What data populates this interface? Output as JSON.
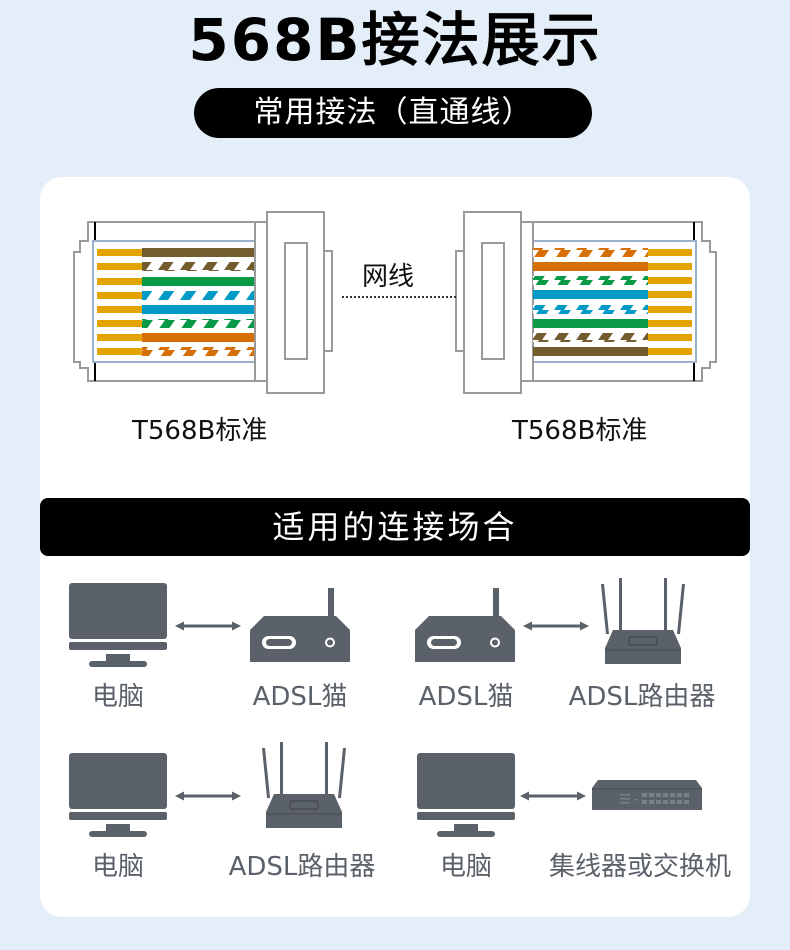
{
  "header": {
    "title": "568B接法展示",
    "subtitle": "常用接法（直通线）"
  },
  "wiring": {
    "cable_label": "网线",
    "left_standard": "T568B标准",
    "right_standard": "T568B标准",
    "wire_order_left_top_to_bottom": [
      "brown",
      "white-brown",
      "green",
      "white-blue",
      "blue",
      "white-green",
      "orange",
      "white-orange"
    ],
    "wire_order_right_top_to_bottom": [
      "white-orange",
      "orange",
      "white-green",
      "blue",
      "white-blue",
      "green",
      "white-brown",
      "brown"
    ],
    "colors": {
      "brown": "#735c2e",
      "green": "#089a47",
      "blue": "#009ac6",
      "orange": "#d66f05",
      "contact": "#e3a400",
      "outline": "#9a9a9a"
    }
  },
  "scenarios": {
    "banner": "适用的连接场合",
    "icon_color": "#5b6169",
    "pairs": [
      {
        "left": {
          "icon": "monitor-icon",
          "label": "电脑"
        },
        "right": {
          "icon": "adsl-modem-icon",
          "label": "ADSL猫"
        }
      },
      {
        "left": {
          "icon": "adsl-modem-icon",
          "label": "ADSL猫"
        },
        "right": {
          "icon": "router-icon",
          "label": "ADSL路由器"
        }
      },
      {
        "left": {
          "icon": "monitor-icon",
          "label": "电脑"
        },
        "right": {
          "icon": "router-icon",
          "label": "ADSL路由器"
        }
      },
      {
        "left": {
          "icon": "monitor-icon",
          "label": "电脑"
        },
        "right": {
          "icon": "switch-icon",
          "label": "集线器或交换机"
        }
      }
    ]
  }
}
